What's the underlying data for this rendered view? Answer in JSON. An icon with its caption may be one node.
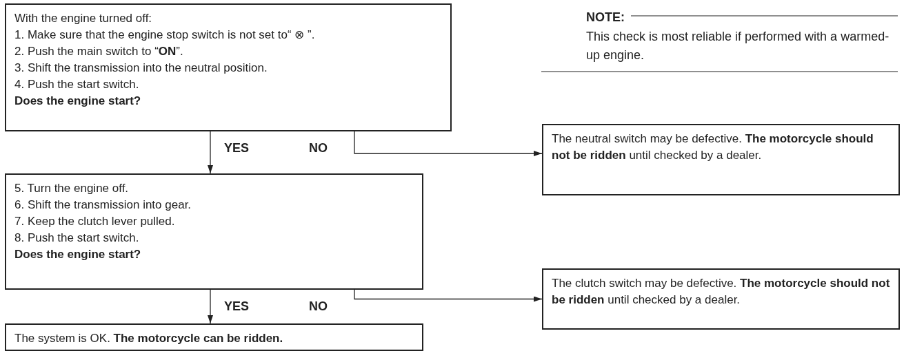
{
  "diagram": {
    "nodes": [
      {
        "text": [
          "With the engine turned off:",
          "1. Make sure that the engine stop switch is not set to“ ⊗ ”.",
          "2. Push the main switch to “**ON**”.",
          "3. Shift the transmission into the neutral position.",
          "4. Push the start switch.",
          "Does the engine start?"
        ]
      },
      {
        "text": [
          "The neutral switch may be defective. **The motorcycle should not be ridden** until checked by a dealer."
        ]
      },
      {
        "text": [
          "5. Turn the engine off.",
          "6. Shift the transmission into gear.",
          "7. Keep the clutch lever pulled.",
          "8. Push the start switch.",
          "Does the engine start?"
        ]
      },
      {
        "text": [
          "The clutch switch may be defective. **The motorcycle should not be ridden** until checked by a dealer."
        ]
      },
      {
        "text": [
          "The system is OK. **The motorcycle can be ridden.**"
        ]
      }
    ],
    "edges": [
      {
        "from": 0,
        "to": 2,
        "arrow": "to",
        "label": "YES"
      },
      {
        "from": 0,
        "to": 1,
        "arrow": "to",
        "label": "NO"
      },
      {
        "from": 2,
        "to": 4,
        "arrow": "to",
        "label": "YES"
      },
      {
        "from": 2,
        "to": 3,
        "arrow": "to",
        "label": "NO"
      }
    ],
    "labels": [
      "NOTE:",
      "This check is most reliable if performed with a warmed-up engine."
    ]
  }
}
